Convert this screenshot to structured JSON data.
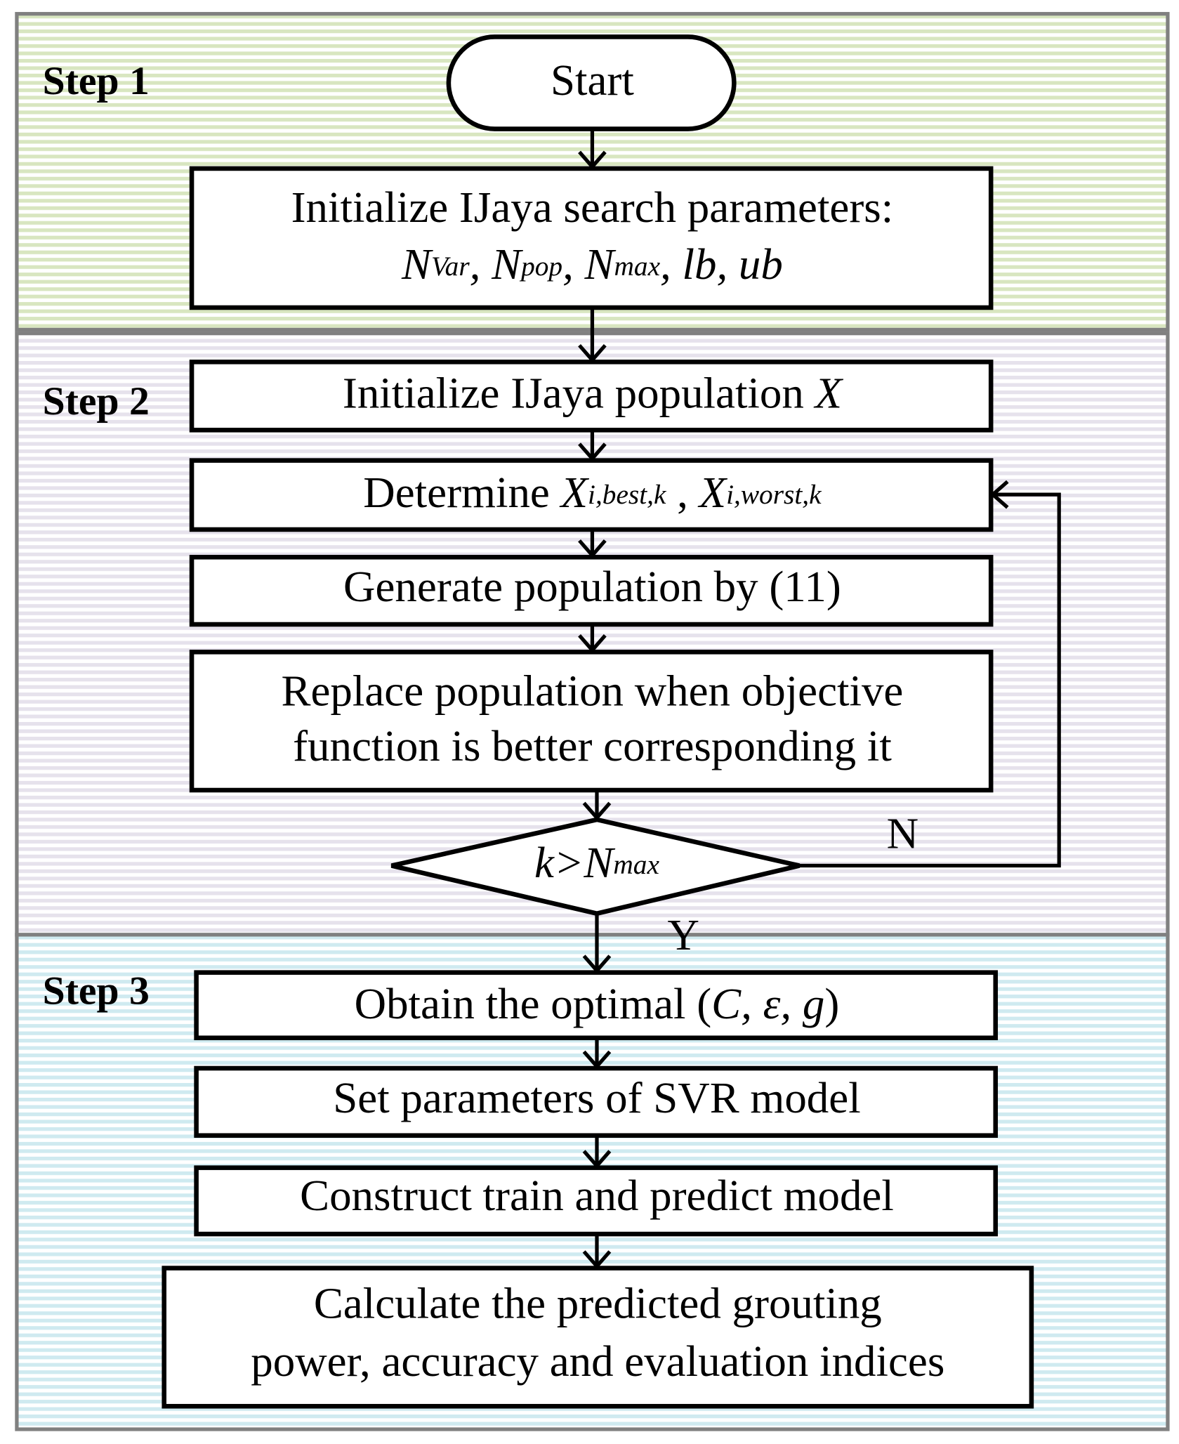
{
  "colors": {
    "step1_bg": "#d8e6c0",
    "step2_bg": "#e6e2ec",
    "step3_bg": "#cfeaf0",
    "border": "#808080"
  },
  "steps": [
    {
      "label": "Step 1"
    },
    {
      "label": "Step 2"
    },
    {
      "label": "Step 3"
    }
  ],
  "nodes": {
    "start": "Start",
    "init_params": {
      "line1": "Initialize IJaya search parameters:",
      "n1": "N",
      "n1_sub": "Var",
      "sep1": ", ",
      "n2": "N",
      "n2_sub": "pop",
      "sep2": ", ",
      "n3": "N",
      "n3_sub": "max",
      "rest": ", lb, ub"
    },
    "init_pop": {
      "text": "Initialize IJaya population ",
      "var": "X"
    },
    "determine": {
      "text": "Determine ",
      "x1": "X",
      "x1_sub": "i,best,k",
      "sep": " , ",
      "x2": "X",
      "x2_sub": "i,worst,k"
    },
    "generate": "Generate population by (11)",
    "replace": {
      "line1": "Replace population when objective",
      "line2": "function is better corresponding it"
    },
    "decision": {
      "k": "k",
      "gt": ">N",
      "sub": "max",
      "no": "N",
      "yes": "Y"
    },
    "obtain": {
      "text": "Obtain the optimal (",
      "vars": "C, ε, g",
      "close": ")"
    },
    "set_params": "Set parameters of SVR model",
    "construct": "Construct train and predict model",
    "calculate": {
      "line1": "Calculate the predicted grouting",
      "line2": "power, accuracy and evaluation indices"
    }
  }
}
